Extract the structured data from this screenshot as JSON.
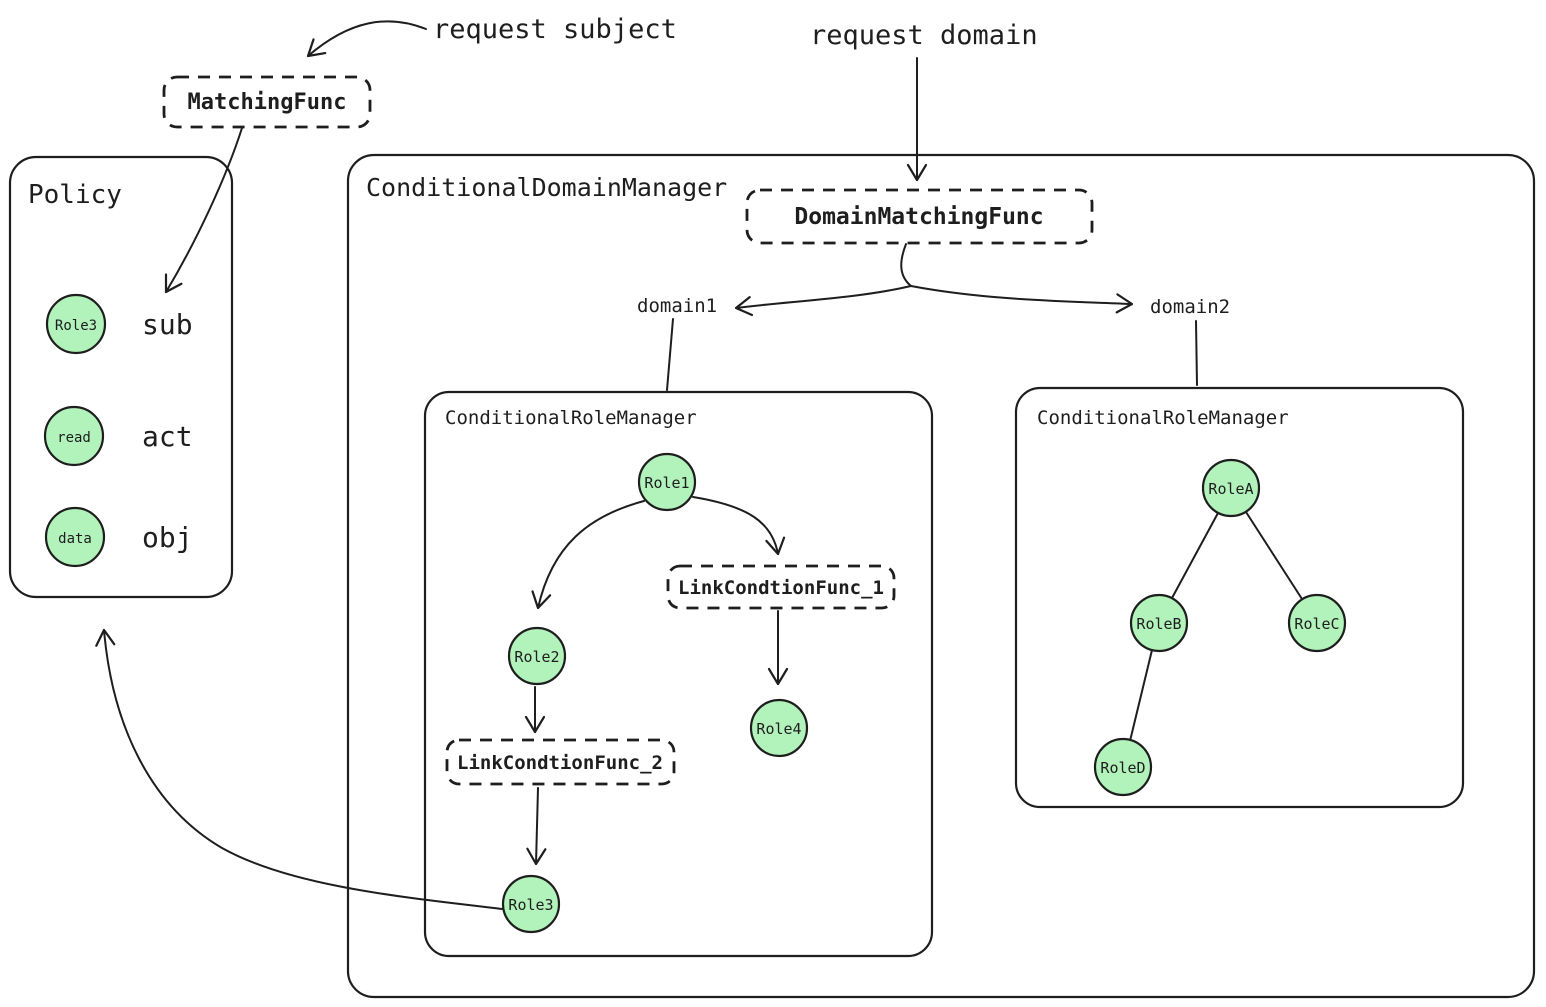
{
  "labels": {
    "request_subject": "request subject",
    "request_domain": "request domain",
    "domain1": "domain1",
    "domain2": "domain2"
  },
  "matching_func": {
    "label": "MatchingFunc"
  },
  "policy": {
    "title": "Policy",
    "rows": [
      {
        "node": "Role3",
        "field": "sub"
      },
      {
        "node": "read",
        "field": "act"
      },
      {
        "node": "data",
        "field": "obj"
      }
    ]
  },
  "conditional_domain_manager": {
    "title": "ConditionalDomainManager",
    "domain_matching_func": {
      "label": "DomainMatchingFunc"
    },
    "role_manager_domain1": {
      "title": "ConditionalRoleManager",
      "nodes": {
        "role1": "Role1",
        "role2": "Role2",
        "role3": "Role3",
        "role4": "Role4"
      },
      "link_condition_func_1": "LinkCondtionFunc_1",
      "link_condition_func_2": "LinkCondtionFunc_2"
    },
    "role_manager_domain2": {
      "title": "ConditionalRoleManager",
      "nodes": {
        "roleA": "RoleA",
        "roleB": "RoleB",
        "roleC": "RoleC",
        "roleD": "RoleD"
      }
    }
  },
  "colors": {
    "stroke": "#1e1e1e",
    "node_fill": "#b2f2bb",
    "matching_func_text": "#2f9e44",
    "domain_matching_func_text": "#1c7ed6",
    "link_condition_func_text": "#f08c00"
  }
}
